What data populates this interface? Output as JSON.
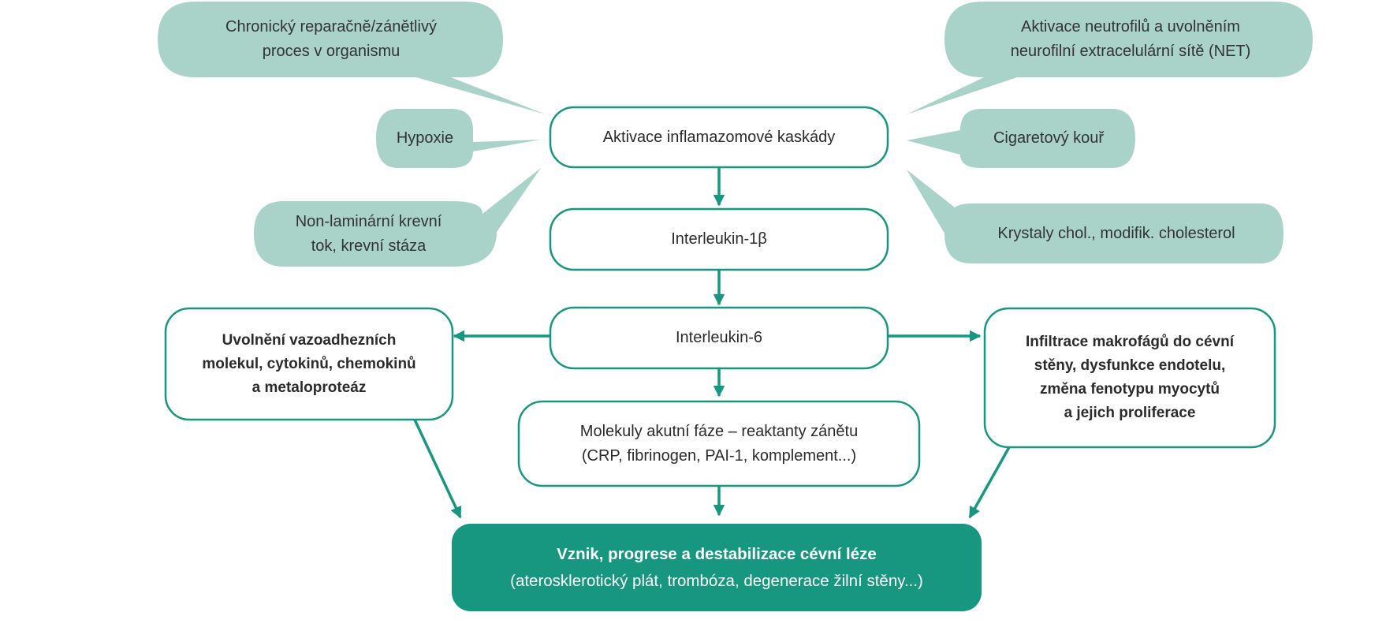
{
  "colors": {
    "teal": "#17977f",
    "bubble_fill": "#a9d3c8",
    "bubble_text": "#333333",
    "box_border": "#17977f",
    "outcome_fill": "#17977f",
    "outcome_text": "#ffffff"
  },
  "triggers": {
    "chronic": [
      "Chronický reparačně/zánětlivý",
      "proces v organismu"
    ],
    "hypoxia": [
      "Hypoxie"
    ],
    "flow": [
      "Non-laminární krevní",
      "tok, krevní stáza"
    ],
    "neutrophils": [
      "Aktivace neutrofilů a uvolněním",
      "neurofilní extracelulární sítě (NET)"
    ],
    "smoke": [
      "Cigaretový kouř"
    ],
    "crystals": [
      "Krystaly chol., modifik. cholesterol"
    ]
  },
  "cascade": {
    "inflammasome": [
      "Aktivace inflamazomové kaskády"
    ],
    "il1b": [
      "Interleukin-1β"
    ],
    "il6": [
      "Interleukin-6"
    ],
    "acute_phase": [
      "Molekuly akutní fáze – reaktanty zánětu",
      "(CRP, fibrinogen, PAI-1, komplement...)"
    ]
  },
  "effects": {
    "left": [
      "Uvolnění vazoadhezních",
      "molekul, cytokinů, chemokinů",
      "a metaloproteáz"
    ],
    "right": [
      "Infiltrace makrofágů do cévní",
      "stěny, dysfunkce endotelu,",
      "změna fenotypu myocytů",
      "a jejich proliferace"
    ]
  },
  "outcome": {
    "lines": [
      "Vznik, progrese a destabilizace cévní léze",
      "(aterosklerotický plát, trombóza, degenerace žilní stěny...)"
    ]
  }
}
